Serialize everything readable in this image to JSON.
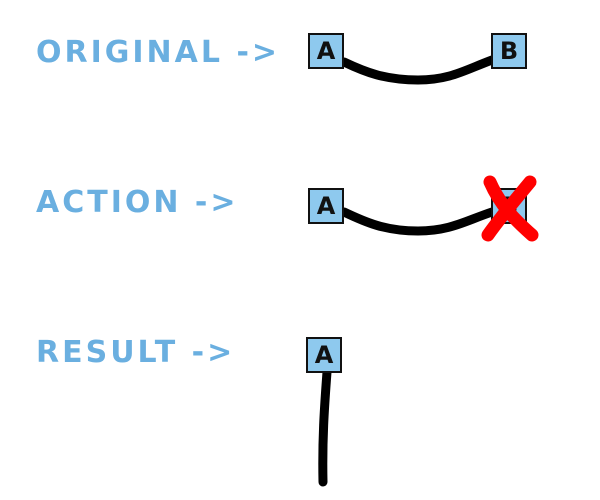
{
  "colors": {
    "label": "#6aafe0",
    "node_fill": "#8ec9ee",
    "wire": "#000000",
    "delete_mark": "#ff0000"
  },
  "rows": [
    {
      "label": "ORIGINAL ->",
      "nodes": [
        "A",
        "B"
      ]
    },
    {
      "label": "ACTION ->",
      "nodes": [
        "A",
        "B"
      ],
      "deleted_node": "B"
    },
    {
      "label": "RESULT ->",
      "nodes": [
        "A"
      ]
    }
  ]
}
